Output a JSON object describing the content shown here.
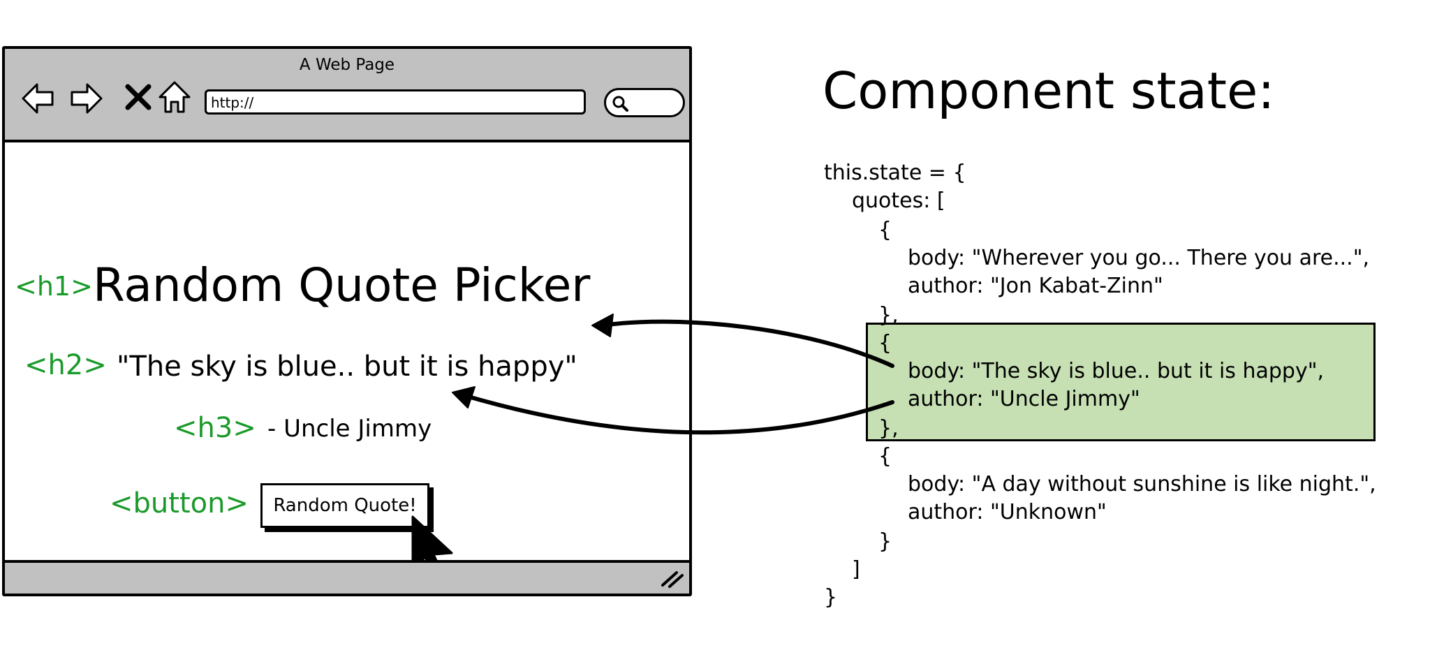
{
  "browser": {
    "title": "A Web Page",
    "url": "http://",
    "nav_icons": [
      "back-arrow-icon",
      "forward-arrow-icon",
      "stop-x-icon",
      "home-icon"
    ],
    "search_icon": "magnifier-icon"
  },
  "page": {
    "h1_tag": "<h1>",
    "h1_text": "Random Quote Picker",
    "h2_tag": "<h2>",
    "h2_text": "\"The sky is blue.. but it is happy\"",
    "h3_tag": "<h3>",
    "h3_text": "- Uncle Jimmy",
    "button_tag": "<button>",
    "button_label": "Random Quote!"
  },
  "state_heading": "Component state:",
  "code_lines": [
    "this.state = {",
    "quotes: [",
    "{",
    "body: \"Wherever you go... There you are...\",",
    "author: \"Jon Kabat-Zinn\"",
    "},",
    "{",
    "body: \"The sky is blue.. but it is happy\",",
    "author: \"Uncle Jimmy\"",
    "},",
    "{",
    "body: \"A day without sunshine is like night.\",",
    "author: \"Unknown\"",
    "}",
    "]",
    "}"
  ],
  "colors": {
    "tag_green": "#1a9a2a",
    "highlight_green": "#c6e0b4",
    "chrome_gray": "#c1c1c1"
  }
}
